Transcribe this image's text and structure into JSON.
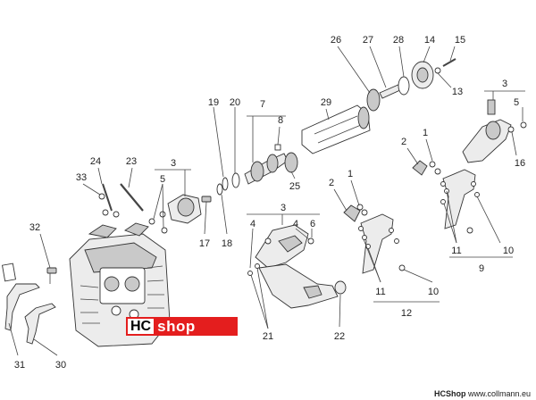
{
  "callouts": [
    {
      "id": "c26",
      "label": "26"
    },
    {
      "id": "c27",
      "label": "27"
    },
    {
      "id": "c28",
      "label": "28"
    },
    {
      "id": "c14",
      "label": "14"
    },
    {
      "id": "c15",
      "label": "15"
    },
    {
      "id": "c13",
      "label": "13"
    },
    {
      "id": "c3a",
      "label": "3"
    },
    {
      "id": "c5a",
      "label": "5"
    },
    {
      "id": "c16",
      "label": "16"
    },
    {
      "id": "c29",
      "label": "29"
    },
    {
      "id": "c19",
      "label": "19"
    },
    {
      "id": "c20",
      "label": "20"
    },
    {
      "id": "c7",
      "label": "7"
    },
    {
      "id": "c8",
      "label": "8"
    },
    {
      "id": "c25",
      "label": "25"
    },
    {
      "id": "c2a",
      "label": "2"
    },
    {
      "id": "c1a",
      "label": "1"
    },
    {
      "id": "c24",
      "label": "24"
    },
    {
      "id": "c23",
      "label": "23"
    },
    {
      "id": "c33",
      "label": "33"
    },
    {
      "id": "c3b",
      "label": "3"
    },
    {
      "id": "c5b",
      "label": "5"
    },
    {
      "id": "c17",
      "label": "17"
    },
    {
      "id": "c18",
      "label": "18"
    },
    {
      "id": "c3c",
      "label": "3"
    },
    {
      "id": "c4a",
      "label": "4"
    },
    {
      "id": "c4b",
      "label": "4"
    },
    {
      "id": "c6",
      "label": "6"
    },
    {
      "id": "c2b",
      "label": "2"
    },
    {
      "id": "c1b",
      "label": "1"
    },
    {
      "id": "c11a",
      "label": "11"
    },
    {
      "id": "c10a",
      "label": "10"
    },
    {
      "id": "c9",
      "label": "9"
    },
    {
      "id": "c32",
      "label": "32"
    },
    {
      "id": "c11b",
      "label": "11"
    },
    {
      "id": "c10b",
      "label": "10"
    },
    {
      "id": "c12",
      "label": "12"
    },
    {
      "id": "c21",
      "label": "21"
    },
    {
      "id": "c22",
      "label": "22"
    },
    {
      "id": "c31",
      "label": "31"
    },
    {
      "id": "c30",
      "label": "30"
    }
  ],
  "watermark": {
    "hc": "HC",
    "shop": "shop"
  },
  "footer": {
    "brand": "HCShop",
    "url": "www.collmann.eu"
  }
}
